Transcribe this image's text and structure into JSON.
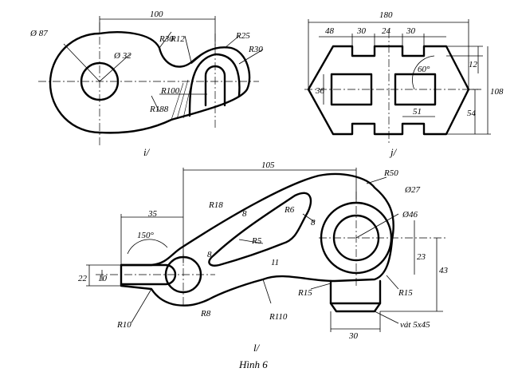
{
  "figure_caption": "Hình 6",
  "views": [
    {
      "label": "i/",
      "dimensions": [
        "100",
        "Ø 87",
        "Ø 32",
        "R30",
        "R12",
        "R25",
        "R30",
        "R100",
        "R188"
      ]
    },
    {
      "label": "j/",
      "dimensions": [
        "180",
        "48",
        "30",
        "24",
        "30",
        "12",
        "36",
        "108",
        "54",
        "51",
        "60°"
      ]
    },
    {
      "label": "l/",
      "dimensions": [
        "105",
        "R50",
        "Ø27",
        "Ø46",
        "R18",
        "R6",
        "8",
        "8",
        "35",
        "150°",
        "R5",
        "8",
        "11",
        "23",
        "43",
        "22",
        "10",
        "R15",
        "R15",
        "R8",
        "R10",
        "R110",
        "30",
        "vát 5x45"
      ]
    }
  ]
}
